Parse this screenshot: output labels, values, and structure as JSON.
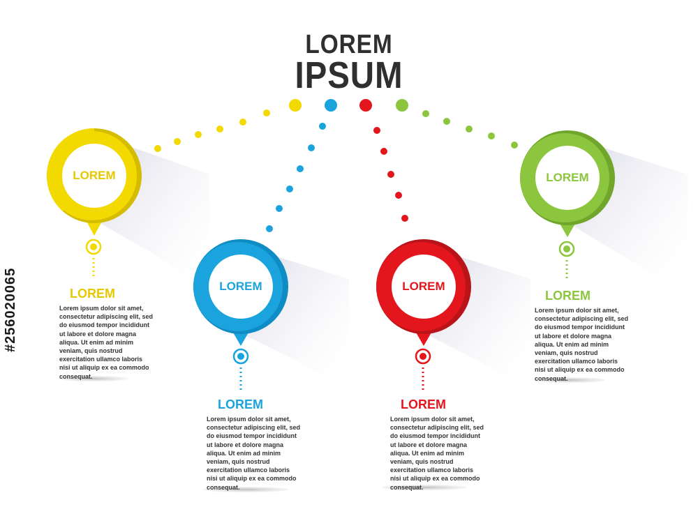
{
  "title": {
    "line1": "LOREM",
    "line2": "IPSUM"
  },
  "colors": {
    "yellow": "#f2d900",
    "yellow_dark": "#d4bd00",
    "blue": "#1aa3dd",
    "blue_dark": "#0f8cc4",
    "red": "#e2161c",
    "red_dark": "#b9141a",
    "green": "#8cc63f",
    "green_dark": "#6fa62b"
  },
  "steps": [
    {
      "pin_label": "LOREM",
      "title": "LOREM",
      "body": "Lorem ipsum dolor sit amet, consectetur adipiscing elit, sed do eiusmod tempor incididunt ut labore et dolore magna aliqua. Ut enim ad minim veniam, quis nostrud exercitation ullamco laboris nisi ut aliquip ex ea commodo consequat."
    },
    {
      "pin_label": "LOREM",
      "title": "LOREM",
      "body": "Lorem ipsum dolor sit amet, consectetur adipiscing elit, sed do eiusmod tempor incididunt ut labore et dolore magna aliqua. Ut enim ad minim veniam, quis nostrud exercitation ullamco laboris nisi ut aliquip ex ea commodo consequat."
    },
    {
      "pin_label": "LOREM",
      "title": "LOREM",
      "body": "Lorem ipsum dolor sit amet, consectetur adipiscing elit, sed do eiusmod tempor incididunt ut labore et dolore magna aliqua. Ut enim ad minim veniam, quis nostrud exercitation ullamco laboris nisi ut aliquip ex ea commodo consequat."
    },
    {
      "pin_label": "LOREM",
      "title": "LOREM",
      "body": "Lorem ipsum dolor sit amet, consectetur adipiscing elit, sed do eiusmod tempor incididunt ut labore et dolore magna aliqua. Ut enim ad minim veniam, quis nostrud exercitation ullamco laboris nisi ut aliquip ex ea commodo consequat."
    }
  ],
  "watermark": "#256020065"
}
